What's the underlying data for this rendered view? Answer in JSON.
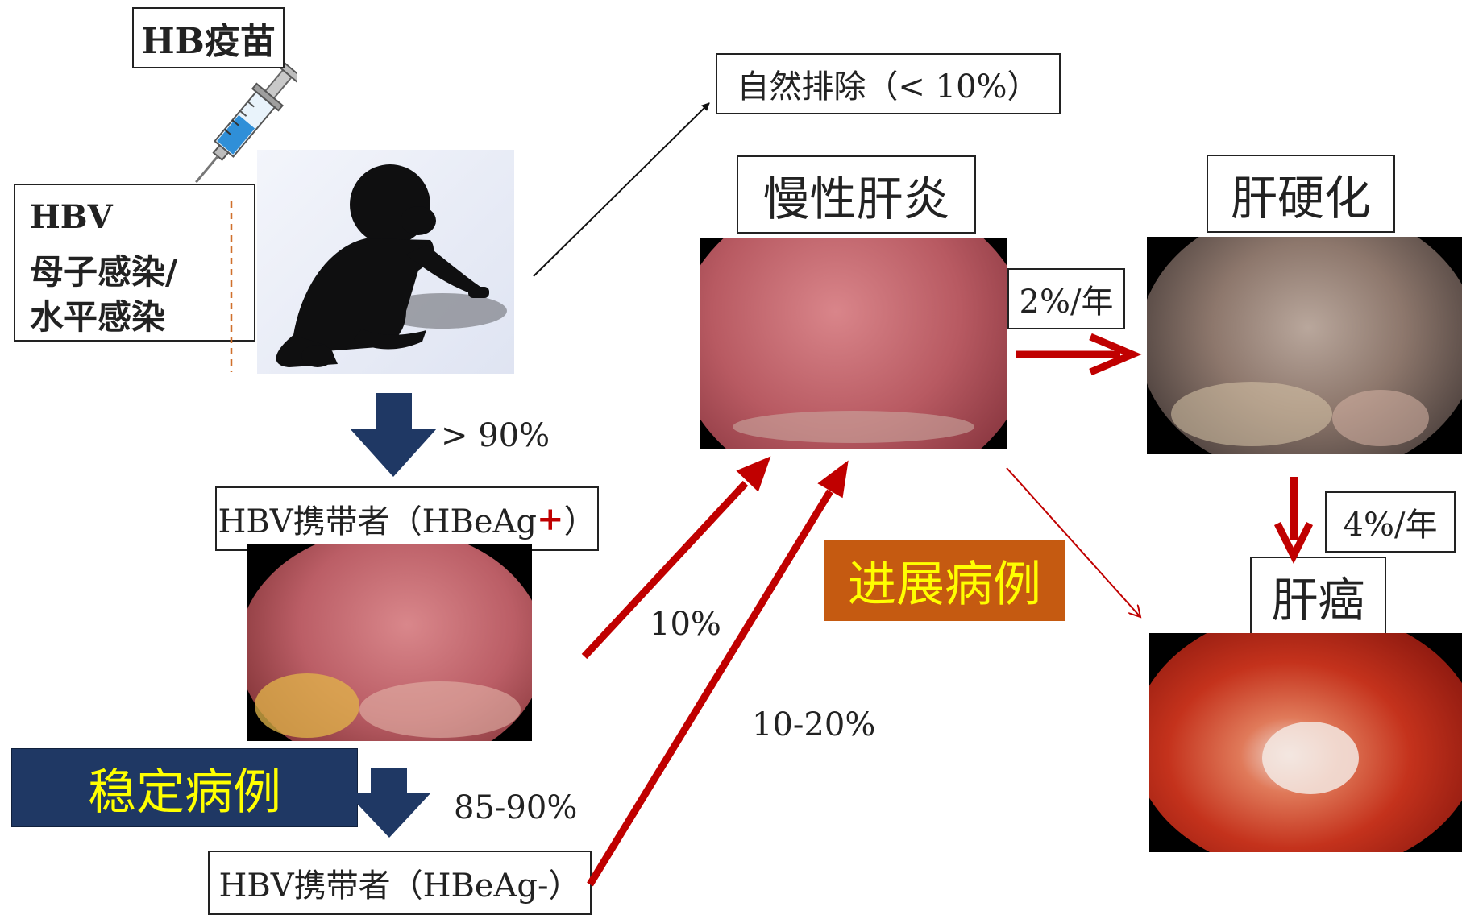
{
  "vaccine": {
    "label": "HB疫苗"
  },
  "infection": {
    "line1": "HBV",
    "line2": "母子感染/",
    "line3": "水平感染"
  },
  "natural_clearance": {
    "label": "自然排除（< 10%）"
  },
  "chronic_hepatitis": {
    "label": "慢性肝炎"
  },
  "cirrhosis": {
    "label": "肝硬化"
  },
  "liver_cancer": {
    "label": "肝癌"
  },
  "carrier_pos": {
    "prefix": "HBV携带者（HBeAg",
    "sign": "+",
    "suffix": "）"
  },
  "carrier_neg": {
    "label": "HBV携带者（HBeAg-）"
  },
  "rates": {
    "infant_to_carrier": "> 90%",
    "carrier_pos_to_neg": "85-90%",
    "carrier_pos_to_hepatitis": "10%",
    "carrier_neg_to_hepatitis": "10-20%",
    "hepatitis_to_cirrhosis": "2%/年",
    "cirrhosis_to_cancer": "4%/年"
  },
  "stable_cases": {
    "label": "稳定病例"
  },
  "progressive_cases": {
    "label": "进展病例"
  },
  "colors": {
    "navy": "#1f3864",
    "red_arrow": "#c00000",
    "stable_bg": "#1f3864",
    "stable_text": "#ffff00",
    "progress_bg": "#c55a11",
    "progress_text": "#ffff00"
  }
}
